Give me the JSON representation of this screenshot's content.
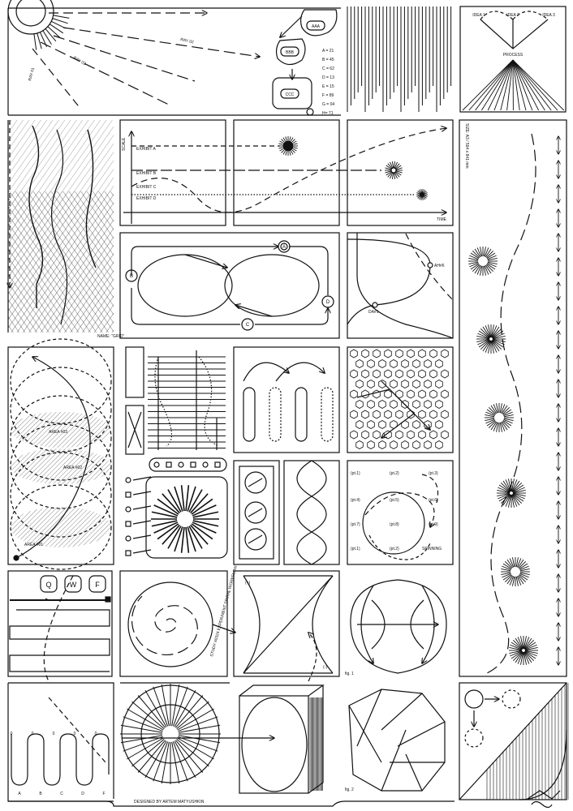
{
  "ray_labels": [
    "RAY 02",
    "RAY 03",
    "RAY 01"
  ],
  "nodes": [
    "AAA",
    "BBB",
    "CCC"
  ],
  "legend": [
    "A = 21",
    "B = 45",
    "C = 62",
    "D = 13",
    "E = 15",
    "F = 89",
    "G = 04",
    "H= 71"
  ],
  "ideas": [
    "IDEA 1",
    "IDEA 2",
    "IDEA 3"
  ],
  "process_label": "PROCESS",
  "grid_name": "NAME: \"GRID\"",
  "chart": {
    "ylabel": "SCALE",
    "xlabel": "TIME",
    "exhibits": [
      "EXHIBIT A",
      "EXHIBIT B",
      "EXHIBIT C",
      "EXHIBIT D"
    ]
  },
  "size_label": "SIZE: A3 / 594 x 841 mm",
  "cycle_nodes": [
    "A",
    "B",
    "C",
    "D"
  ],
  "circle_points": [
    "AH#6",
    "DA#1"
  ],
  "areas": [
    "AREA #03",
    "AREA #02",
    "AREA #01"
  ],
  "spin_labels": [
    "(pt.1)",
    "(pt.2)",
    "(pt.3)",
    "(pt.4)",
    "(pt.5)",
    "(pt.6)",
    "(pt.7)",
    "(pt.8)",
    "(pt.9)",
    "(pt.1)",
    "(pt.2)"
  ],
  "spinning_label": "SPINNING",
  "keys": [
    "Q",
    "W",
    "F"
  ],
  "spiral_text": "STUDY #0324 EXPERIMENT SPIRAL WORKFLOW",
  "plus_minus": [
    "(+)",
    "(-)"
  ],
  "fig_labels": [
    "fig. 1",
    "fig. 2"
  ],
  "wave_letters": [
    "A",
    "B",
    "C",
    "D",
    "F"
  ],
  "designer": "DESIGNED BY ARTEM MATYUSHKIN"
}
